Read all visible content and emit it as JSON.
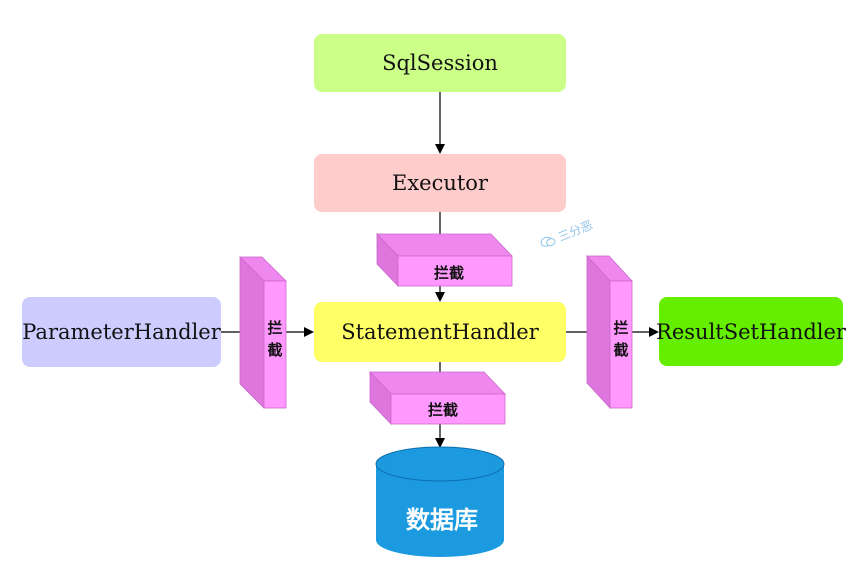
{
  "nodes": {
    "sql_session": "SqlSession",
    "executor": "Executor",
    "statement_handler": "StatementHandler",
    "parameter_handler": "ParameterHandler",
    "result_set_handler": "ResultSetHandler",
    "database": "数据库"
  },
  "interceptors": {
    "executor_to_statement": "拦截",
    "parameter_to_statement": "拦截",
    "statement_to_database": "拦截",
    "statement_to_resultset": "拦截"
  },
  "watermark": {
    "text": "三分恶",
    "icon": "wechat-icon"
  },
  "colors": {
    "sql_session": "#ccff88",
    "executor": "#ffcccc",
    "statement_handler": "#ffff66",
    "parameter_handler": "#ccccff",
    "result_set_handler": "#66ee00",
    "database": "#1b9ae0",
    "interceptor_front": "#ff99ff",
    "interceptor_top": "#ee88ee",
    "interceptor_side": "#dd77dd"
  }
}
